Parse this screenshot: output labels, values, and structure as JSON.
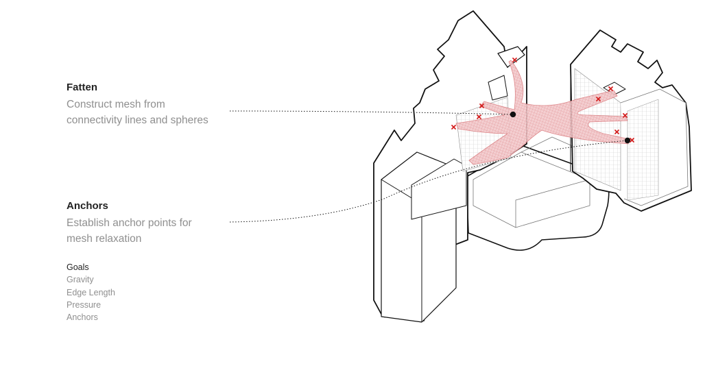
{
  "steps": [
    {
      "title": "Fatten",
      "desc_line1": "Construct mesh from",
      "desc_line2": "connectivity lines and spheres"
    },
    {
      "title": "Anchors",
      "desc_line1": "Establish anchor points for",
      "desc_line2": "mesh relaxation"
    }
  ],
  "goals": {
    "heading": "Goals",
    "items": [
      "Gravity",
      "Edge Length",
      "Pressure",
      "Anchors"
    ]
  },
  "colors": {
    "mesh": "#d9777b",
    "marker": "#d42020",
    "outline": "#111111",
    "text_primary": "#222222",
    "text_secondary": "#8f8f8f"
  },
  "icons": {
    "anchor_marker": "red-x-marker",
    "leader_endpoint": "black-dot"
  }
}
